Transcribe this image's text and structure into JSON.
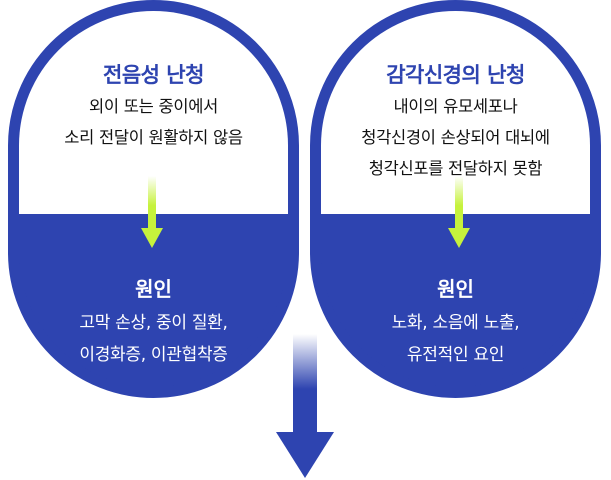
{
  "left": {
    "title": "전음성 난청",
    "desc_lines": [
      "외이 또는 중이에서",
      "소리 전달이 원활하지 않음"
    ],
    "cause_title": "원인",
    "cause_lines": [
      "고막 손상, 중이 질환,",
      "이경화증, 이관협착증"
    ]
  },
  "right": {
    "title": "감각신경의 난청",
    "desc_lines": [
      "내이의 유모세포나",
      "청각신경이 손상되어 대뇌에",
      "청각신포를 전달하지 못함"
    ],
    "cause_title": "원인",
    "cause_lines": [
      "노화, 소음에 노출,",
      "유전적인 요인"
    ]
  },
  "colors": {
    "primary_blue": "#2e44b0",
    "arrow_green": "#c6f23c",
    "white": "#ffffff"
  },
  "icons": {
    "connector": "down-arrow-icon",
    "flow": "down-arrow-icon"
  }
}
